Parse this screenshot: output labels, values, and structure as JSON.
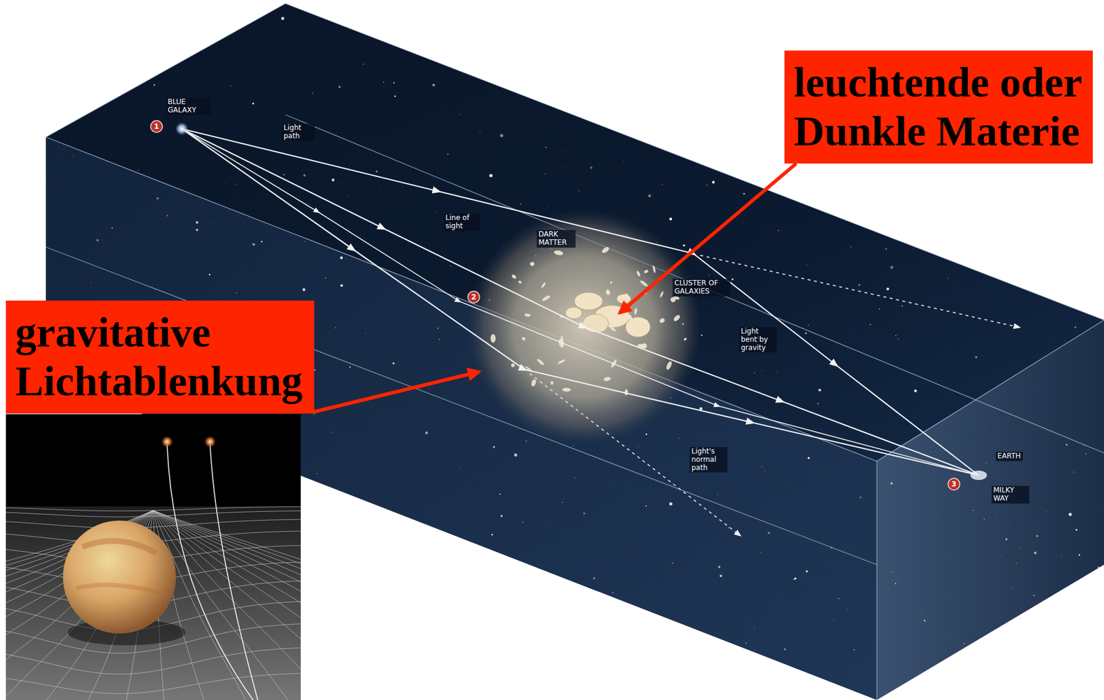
{
  "diagram": {
    "nodes": [
      {
        "text": [
          "leuchtende oder Dunkle Materie"
        ]
      },
      {
        "text": [
          "gravitative Lichtablenkung"
        ]
      }
    ],
    "labels": [
      "1",
      "BLUE GALAXY",
      "Light path",
      "Line of sight",
      "DARK MATTER",
      "2",
      "CLUSTER OF GALAXIES",
      "Light bent by gravity",
      "Light's normal path",
      "EARTH",
      "3",
      "MILKY WAY"
    ]
  }
}
